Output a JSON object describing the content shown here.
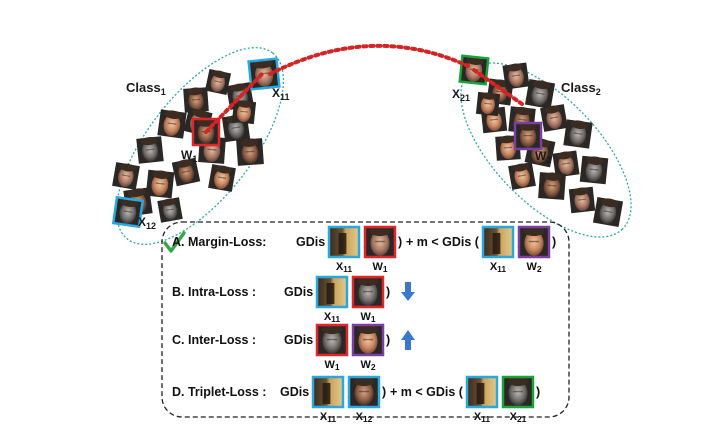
{
  "diagram": {
    "class1_label": "Class",
    "class1_sub": "1",
    "class2_label": "Class",
    "class2_sub": "2",
    "x11_label": "X",
    "x11_sub": "11",
    "x12_label": "X",
    "x12_sub": "12",
    "x21_label": "X",
    "x21_sub": "21",
    "w1_label": "W",
    "w1_sub": "1",
    "w2_label": "W",
    "w2_sub": "2",
    "colors": {
      "x11_border": "#29a8e0",
      "x21_border": "#1aa33a",
      "w1_border": "#e0262b",
      "w2_border": "#7a3fa0",
      "ellipse": "#2aa7a7",
      "link": "#d42424",
      "arrow": "#3a78c9",
      "check": "#3aa64a"
    }
  },
  "losses": [
    {
      "name": "A. Margin-Loss:",
      "func": "GDis (",
      "comma": ",",
      "close": ")",
      "rel": "+ m < GDis (",
      "labels": [
        [
          "X",
          "11"
        ],
        [
          "W",
          "1"
        ],
        [
          "X",
          "11"
        ],
        [
          "W",
          "2"
        ]
      ]
    },
    {
      "name": "B. Intra-Loss :",
      "func": "GDis (",
      "comma": ",",
      "close": ")",
      "labels": [
        [
          "X",
          "11"
        ],
        [
          "W",
          "1"
        ]
      ]
    },
    {
      "name": "C. Inter-Loss :",
      "func": "GDis (",
      "comma": ",",
      "close": ")",
      "labels": [
        [
          "W",
          "1"
        ],
        [
          "W",
          "2"
        ]
      ]
    },
    {
      "name": "D. Triplet-Loss :",
      "func": "GDis (",
      "comma": ",",
      "close": ")",
      "rel": "+ m < GDis (",
      "labels": [
        [
          "X",
          "11"
        ],
        [
          "X",
          "12"
        ],
        [
          "X",
          "11"
        ],
        [
          "X",
          "21"
        ]
      ]
    }
  ]
}
